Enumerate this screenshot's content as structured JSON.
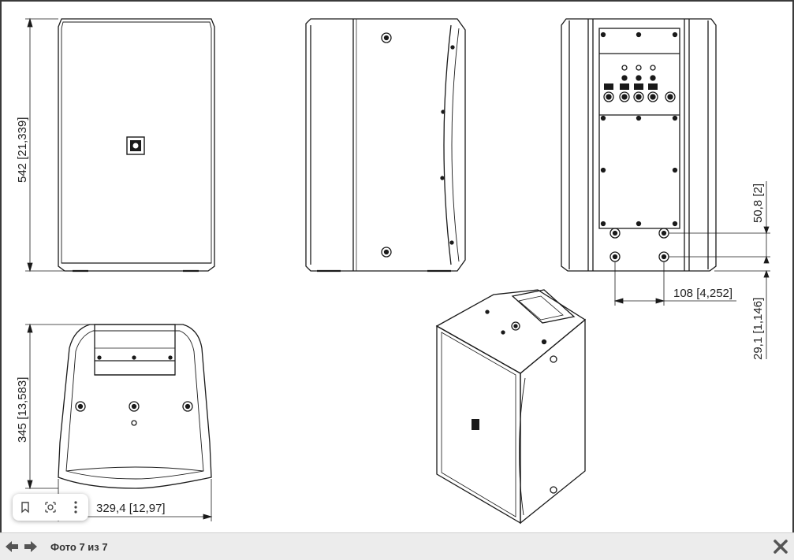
{
  "dimensions": {
    "height": "542 [21,339]",
    "depth": "345 [13,583]",
    "width": "329,4 [12,97]",
    "rigging_vertical": "50,8 [2]",
    "rigging_horizontal": "108 [4,252]",
    "rigging_bottom": "29,1 [1,146]"
  },
  "bottombar": {
    "counter": "Фото 7 из 7"
  },
  "icons": {
    "prev": "arrow-left-icon",
    "next": "arrow-right-icon",
    "close": "close-icon",
    "bookmark": "bookmark-icon",
    "lens": "lens-search-icon",
    "more": "more-vertical-icon"
  }
}
